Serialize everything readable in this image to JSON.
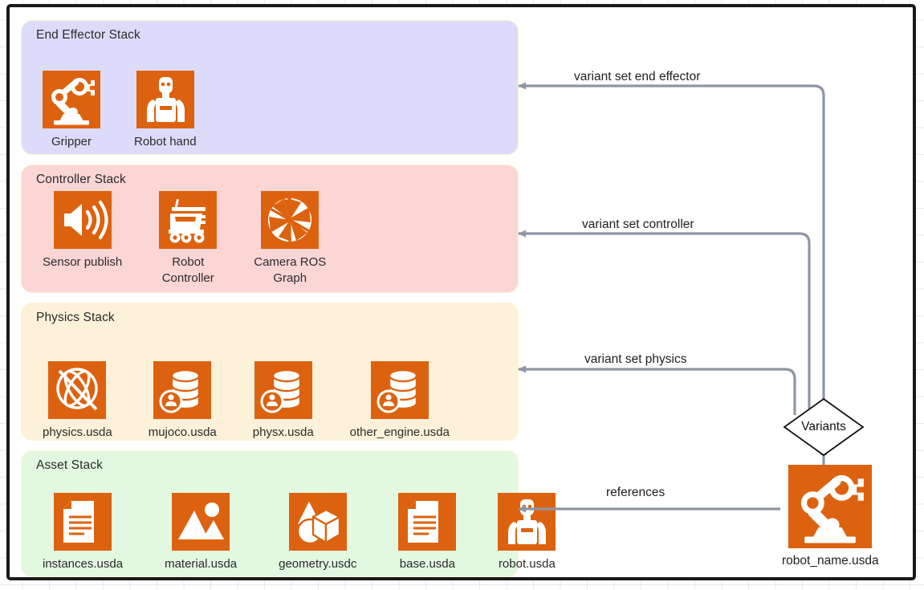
{
  "colors": {
    "orange": "#dd620f",
    "end_effector_bg": "#dcdcfa",
    "controller_bg": "#fcd5d5",
    "physics_bg": "#fdf1da",
    "asset_bg": "#e2f8e0",
    "panel_border": "#fbf6cf",
    "edge": "#8d96a3",
    "canvas_border": "#1a1a1a"
  },
  "stacks": [
    {
      "id": "end-effector",
      "title": "End Effector Stack",
      "items": [
        {
          "label": "Gripper",
          "icon": "robot-arm-icon"
        },
        {
          "label": "Robot hand",
          "icon": "humanoid-robot-icon"
        }
      ]
    },
    {
      "id": "controller",
      "title": "Controller Stack",
      "items": [
        {
          "label": "Sensor publish",
          "icon": "speaker-waves-icon"
        },
        {
          "label": "Robot\nController",
          "icon": "rover-icon"
        },
        {
          "label": "Camera ROS\nGraph",
          "icon": "camera-aperture-icon"
        }
      ]
    },
    {
      "id": "physics",
      "title": "Physics Stack",
      "items": [
        {
          "label": "physics.usda",
          "icon": "no-physics-icon"
        },
        {
          "label": "mujoco.usda",
          "icon": "database-user-icon"
        },
        {
          "label": "physx.usda",
          "icon": "database-user-icon"
        },
        {
          "label": "other_engine.usda",
          "icon": "database-user-icon"
        }
      ]
    },
    {
      "id": "asset",
      "title": "Asset Stack",
      "items": [
        {
          "label": "instances.usda",
          "icon": "document-icon"
        },
        {
          "label": "material.usda",
          "icon": "image-mountain-icon"
        },
        {
          "label": "geometry.usdc",
          "icon": "shapes-icon"
        },
        {
          "label": "base.usda",
          "icon": "document-icon"
        },
        {
          "label": "robot.usda",
          "icon": "humanoid-robot-icon"
        }
      ]
    }
  ],
  "edges": [
    {
      "id": "edge-end-effector",
      "label": "variant set end effector"
    },
    {
      "id": "edge-controller",
      "label": "variant set controller"
    },
    {
      "id": "edge-physics",
      "label": "variant set physics"
    },
    {
      "id": "edge-references",
      "label": "references"
    }
  ],
  "variants_node": {
    "label": "Variants"
  },
  "root_node": {
    "label": "robot_name.usda",
    "icon": "robot-arm-icon"
  }
}
